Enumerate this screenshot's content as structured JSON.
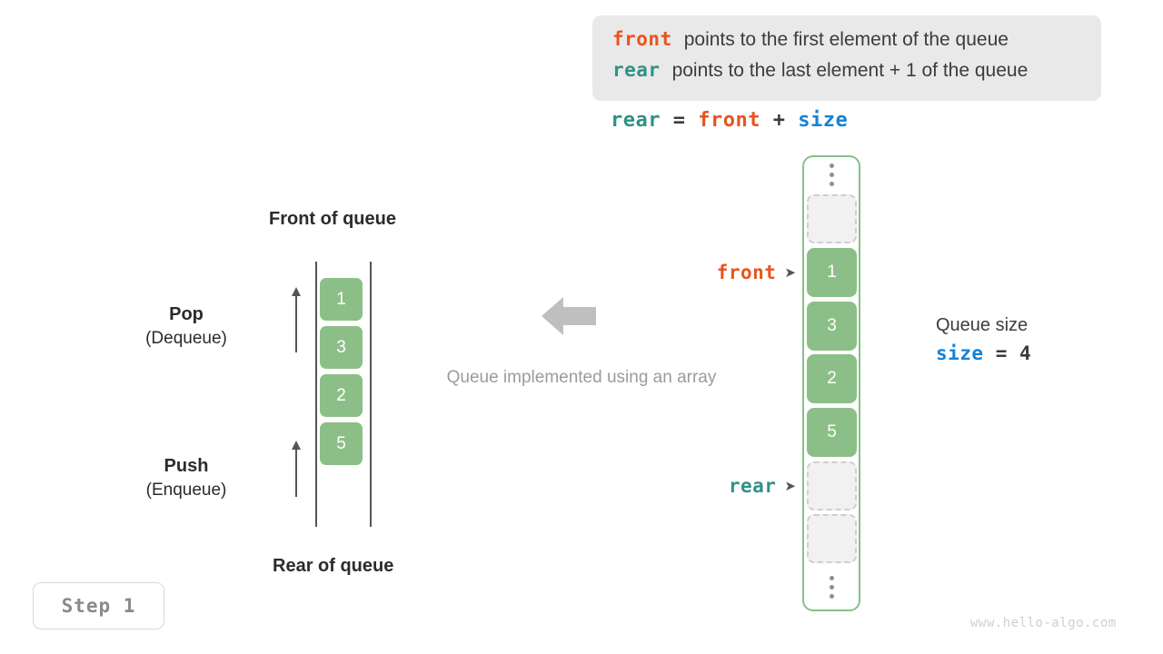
{
  "legend": {
    "lines": [
      {
        "keyword": "front",
        "keyword_color": "#e8541e",
        "text": "points to the first element of the queue"
      },
      {
        "keyword": "rear",
        "keyword_color": "#2e9287",
        "text": "points to the last element + 1 of the queue"
      }
    ]
  },
  "formula": {
    "lhs": "rear",
    "eq": "=",
    "rhs1": "front",
    "plus": "+",
    "rhs2": "size"
  },
  "left_diagram": {
    "header_top": "Front of queue",
    "header_bottom": "Rear of queue",
    "cells": [
      "1",
      "3",
      "2",
      "5"
    ],
    "operations": [
      {
        "main": "Pop",
        "sub": "(Dequeue)"
      },
      {
        "main": "Push",
        "sub": "(Enqueue)"
      }
    ]
  },
  "center": {
    "caption": "Queue implemented using an array",
    "arrow_direction": "left",
    "arrow_color": "#bfbfbf"
  },
  "array": {
    "top_ellipsis": "⋮",
    "bottom_ellipsis": "⋮",
    "slots": [
      {
        "type": "empty",
        "value": ""
      },
      {
        "type": "filled",
        "value": "1"
      },
      {
        "type": "filled",
        "value": "3"
      },
      {
        "type": "filled",
        "value": "2"
      },
      {
        "type": "filled",
        "value": "5"
      },
      {
        "type": "empty",
        "value": ""
      },
      {
        "type": "empty",
        "value": ""
      }
    ],
    "pointers": [
      {
        "name": "front",
        "color": "#e8541e",
        "caret": "➤"
      },
      {
        "name": "rear",
        "color": "#2e9287",
        "caret": "➤"
      }
    ],
    "fill_color": "#8cbf87",
    "border_color": "#86c08a"
  },
  "size_annotation": {
    "title": "Queue size",
    "name": "size",
    "eq": "=",
    "value": "4"
  },
  "step_badge": {
    "label": "Step 1"
  },
  "watermark": {
    "text": "www.hello-algo.com"
  }
}
